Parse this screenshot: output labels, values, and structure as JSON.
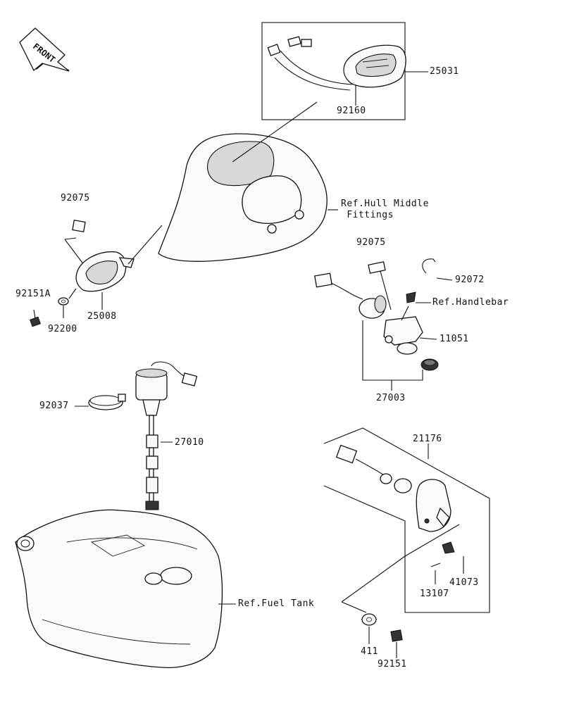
{
  "front_badge": {
    "text": "FRONT"
  },
  "labels": {
    "p25031": "25031",
    "p92160": "92160",
    "ref_hull": "Ref.Hull Middle\n Fittings",
    "p92075_a": "92075",
    "p92151A": "92151A",
    "p92200": "92200",
    "p25008": "25008",
    "p92075_b": "92075",
    "p92072": "92072",
    "ref_handlebar": "Ref.Handlebar",
    "p11051": "11051",
    "p27003": "27003",
    "p92037": "92037",
    "p27010": "27010",
    "p21176": "21176",
    "ref_fuel_tank": "Ref.Fuel Tank",
    "p41073": "41073",
    "p13107": "13107",
    "p411": "411",
    "p92151": "92151"
  }
}
